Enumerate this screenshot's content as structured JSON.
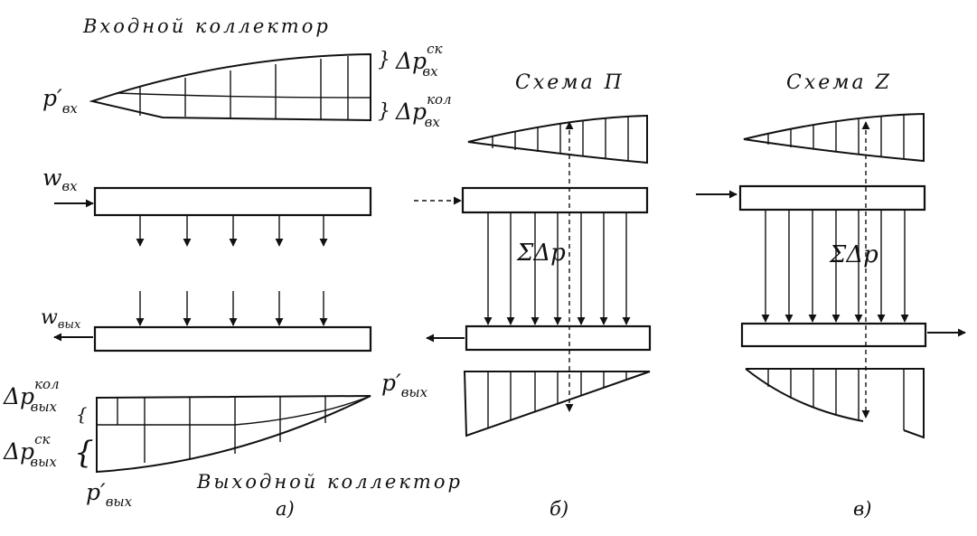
{
  "panel_a": {
    "inlet_title": "Входной коллектор",
    "outlet_title": "Выходной коллектор",
    "p_inlet_symbol": "p′",
    "p_inlet_sub": "вх",
    "dp_inlet_sk_symbol": "Δp",
    "dp_inlet_sk_sup": "ск",
    "dp_inlet_sk_sub": "вх",
    "dp_inlet_kol_symbol": "Δp",
    "dp_inlet_kol_sup": "кол",
    "dp_inlet_kol_sub": "вх",
    "w_inlet_symbol": "w",
    "w_inlet_sub": "вх",
    "w_outlet_symbol": "w",
    "w_outlet_sub": "вых",
    "dp_outlet_kol_symbol": "Δp",
    "dp_outlet_kol_sup": "кол",
    "dp_outlet_kol_sub": "вых",
    "dp_outlet_sk_symbol": "Δp",
    "dp_outlet_sk_sup": "ск",
    "dp_outlet_sk_sub": "вых",
    "p_outlet_right_symbol": "p′",
    "p_outlet_right_sub": "вых",
    "p_outlet_left_symbol": "p′",
    "p_outlet_left_sub": "вых",
    "caption": "а)"
  },
  "panel_b": {
    "title": "Схема П",
    "sum_label": "ΣΔp",
    "caption": "б)"
  },
  "panel_c": {
    "title": "Схема Z",
    "sum_label": "ΣΔp",
    "caption": "в)"
  }
}
